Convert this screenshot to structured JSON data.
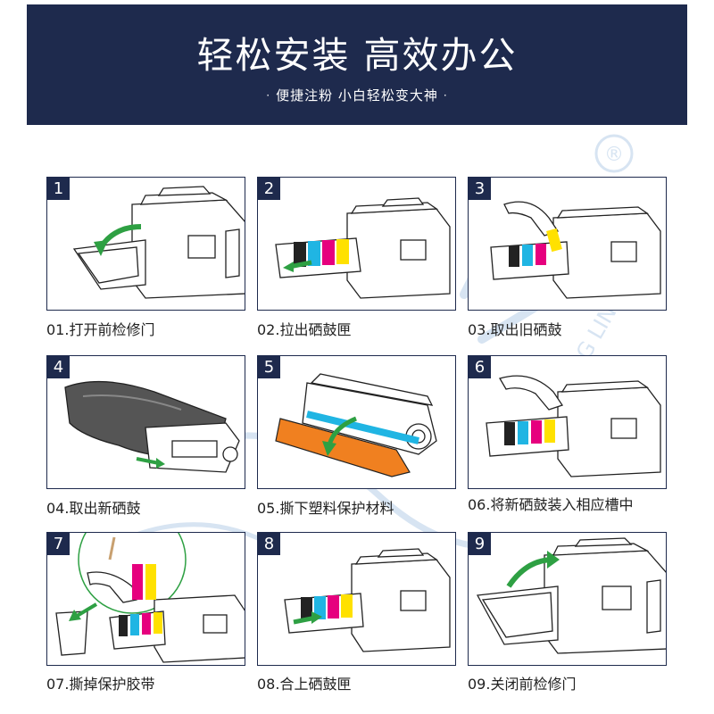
{
  "header": {
    "title": "轻松安装 高效办公",
    "subtitle": "便捷注粉 小白轻松变大神",
    "subtitle_bullet": "·"
  },
  "colors": {
    "banner": "#1e2a4d",
    "step_badge": "#1e2a4d",
    "toner_cyan": "#20b5e3",
    "toner_magenta": "#e6007e",
    "toner_yellow": "#ffe100",
    "protector_orange": "#f08020",
    "arrow_green": "#2ea043",
    "watermark_blue": "#d7e4f2"
  },
  "watermark": {
    "registered_mark": "®",
    "letters": "NG LING"
  },
  "steps": [
    {
      "num": "1",
      "caption": "01.打开前检修门",
      "icon": "printer-front-door-open"
    },
    {
      "num": "2",
      "caption": "02.拉出硒鼓匣",
      "icon": "printer-drawer-out"
    },
    {
      "num": "3",
      "caption": "03.取出旧硒鼓",
      "icon": "hand-remove-drum"
    },
    {
      "num": "4",
      "caption": "04.取出新硒鼓",
      "icon": "drum-from-bag"
    },
    {
      "num": "5",
      "caption": "05.撕下塑料保护材料",
      "icon": "drum-with-protector"
    },
    {
      "num": "6",
      "caption": "06.将新硒鼓装入相应槽中",
      "icon": "hand-insert-drum"
    },
    {
      "num": "7",
      "caption": "07.撕掉保护胶带",
      "icon": "remove-tape-bin"
    },
    {
      "num": "8",
      "caption": "08.合上硒鼓匣",
      "icon": "printer-drawer-in"
    },
    {
      "num": "9",
      "caption": "09.关闭前检修门",
      "icon": "printer-close-door"
    }
  ]
}
